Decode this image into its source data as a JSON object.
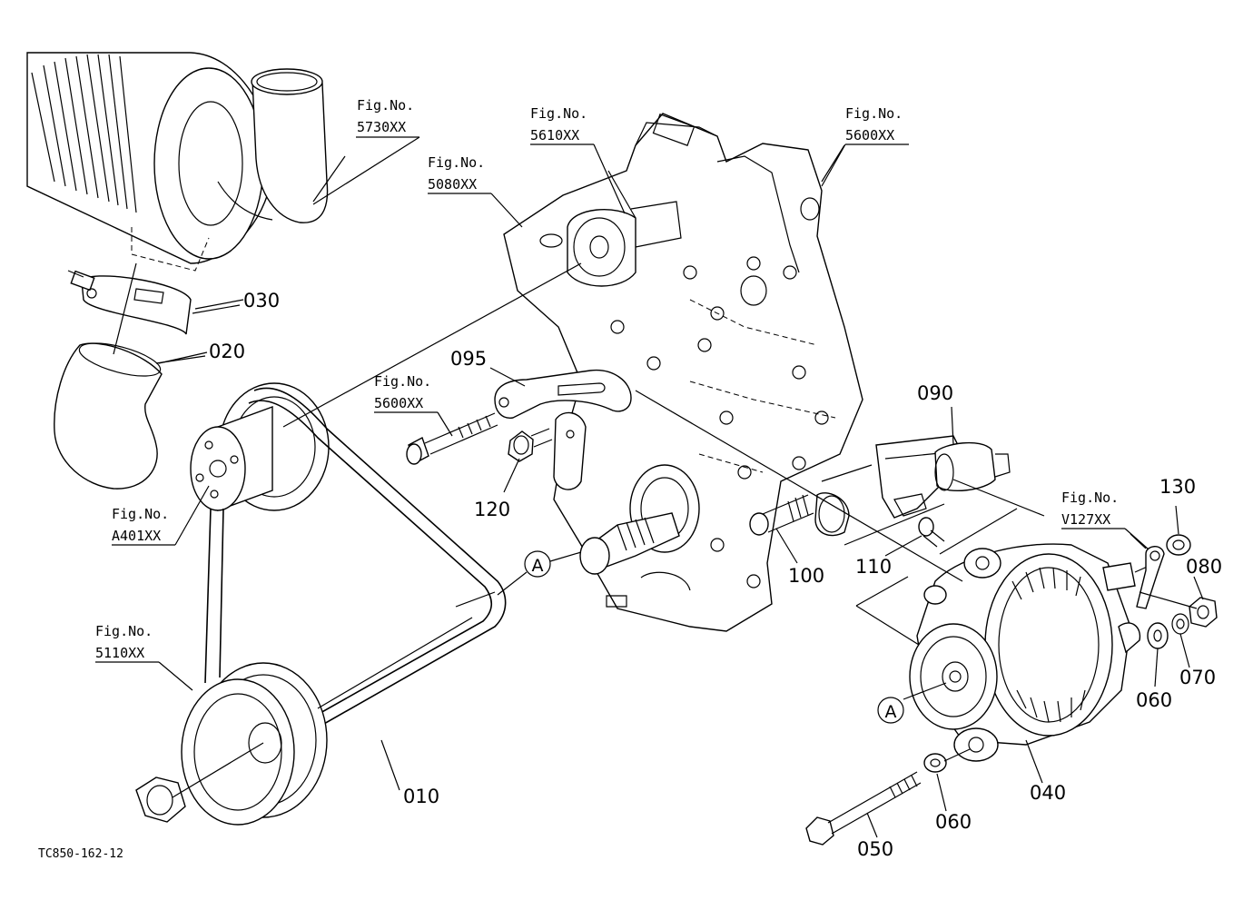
{
  "diagram": {
    "drawing_id": "TC850-162-12",
    "fig_prefix": "Fig.No.",
    "fig_refs": {
      "f5730": "5730XX",
      "f5610": "5610XX",
      "f5080": "5080XX",
      "f5600_top": "5600XX",
      "f5600_mid": "5600XX",
      "fa401": "A401XX",
      "f5110": "5110XX",
      "fv127": "V127XX"
    },
    "parts": {
      "p010": "010",
      "p020": "020",
      "p030": "030",
      "p040": "040",
      "p050": "050",
      "p060a": "060",
      "p060b": "060",
      "p070": "070",
      "p080": "080",
      "p090": "090",
      "p095": "095",
      "p100": "100",
      "p110": "110",
      "p120": "120",
      "p130": "130"
    },
    "markers": {
      "a_left": "A",
      "a_right": "A"
    }
  }
}
